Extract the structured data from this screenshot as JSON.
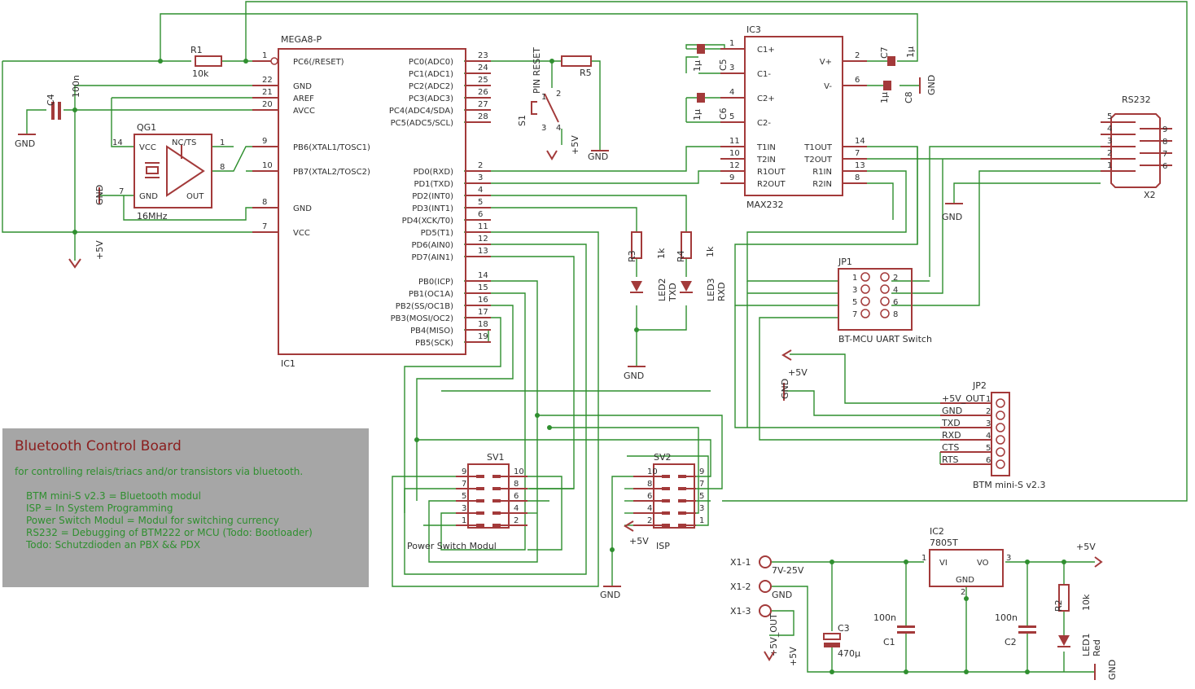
{
  "note": {
    "title": "Bluetooth Control Board",
    "subtitle": "for controlling relais/triacs and/or transistors via bluetooth.",
    "lines": [
      "BTM mini-S v2.3 = Bluetooth modul",
      "ISP = In System Programming",
      "Power Switch Modul = Modul for switching currency",
      "RS232 = Debugging of BTM222 or MCU (Todo: Bootloader)",
      "Todo: Schutzdioden an PBX && PDX"
    ]
  },
  "ic1": {
    "name": "MEGA8-P",
    "ref": "IC1",
    "left_pins": [
      {
        "num": "1",
        "label": "PC6(/RESET)"
      },
      {
        "num": "22",
        "label": "GND"
      },
      {
        "num": "21",
        "label": "AREF"
      },
      {
        "num": "20",
        "label": "AVCC"
      },
      {
        "num": "9",
        "label": "PB6(XTAL1/TOSC1)"
      },
      {
        "num": "10",
        "label": "PB7(XTAL2/TOSC2)"
      },
      {
        "num": "8",
        "label": "GND"
      },
      {
        "num": "7",
        "label": "VCC"
      }
    ],
    "right_pins": [
      {
        "num": "23",
        "label": "PC0(ADC0)"
      },
      {
        "num": "24",
        "label": "PC1(ADC1)"
      },
      {
        "num": "25",
        "label": "PC2(ADC2)"
      },
      {
        "num": "26",
        "label": "PC3(ADC3)"
      },
      {
        "num": "27",
        "label": "PC4(ADC4/SDA)"
      },
      {
        "num": "28",
        "label": "PC5(ADC5/SCL)"
      },
      {
        "num": "2",
        "label": "PD0(RXD)"
      },
      {
        "num": "3",
        "label": "PD1(TXD)"
      },
      {
        "num": "4",
        "label": "PD2(INT0)"
      },
      {
        "num": "5",
        "label": "PD3(INT1)"
      },
      {
        "num": "6",
        "label": "PD4(XCK/T0)"
      },
      {
        "num": "11",
        "label": "PD5(T1)"
      },
      {
        "num": "12",
        "label": "PD6(AIN0)"
      },
      {
        "num": "13",
        "label": "PD7(AIN1)"
      },
      {
        "num": "14",
        "label": "PB0(ICP)"
      },
      {
        "num": "15",
        "label": "PB1(OC1A)"
      },
      {
        "num": "16",
        "label": "PB2(SS/OC1B)"
      },
      {
        "num": "17",
        "label": "PB3(MOSI/OC2)"
      },
      {
        "num": "18",
        "label": "PB4(MISO)"
      },
      {
        "num": "19",
        "label": "PB5(SCK)"
      }
    ]
  },
  "ic3": {
    "ref": "IC3",
    "name": "MAX232",
    "left_pins": [
      {
        "num": "1",
        "label": "C1+"
      },
      {
        "num": "3",
        "label": "C1-"
      },
      {
        "num": "4",
        "label": "C2+"
      },
      {
        "num": "5",
        "label": "C2-"
      },
      {
        "num": "11",
        "label": "T1IN"
      },
      {
        "num": "10",
        "label": "T2IN"
      },
      {
        "num": "12",
        "label": "R1OUT"
      },
      {
        "num": "9",
        "label": "R2OUT"
      }
    ],
    "right_pins": [
      {
        "num": "2",
        "label": "V+"
      },
      {
        "num": "6",
        "label": "V-"
      },
      {
        "num": "14",
        "label": "T1OUT"
      },
      {
        "num": "7",
        "label": "T2OUT"
      },
      {
        "num": "13",
        "label": "R1IN"
      },
      {
        "num": "8",
        "label": "R2IN"
      }
    ]
  },
  "qg1": {
    "ref": "QG1",
    "pins": {
      "vcc": "VCC",
      "nc": "NC/TS",
      "gnd": "GND",
      "out": "OUT",
      "n14": "14",
      "n1": "1",
      "n7": "7",
      "n8": "8"
    },
    "freq": "16MHz"
  },
  "r1": {
    "ref": "R1",
    "value": "10k"
  },
  "r2": {
    "ref": "R2",
    "value": "10k"
  },
  "r3": {
    "ref": "R3",
    "value": "1k"
  },
  "r4": {
    "ref": "R4",
    "value": "1k"
  },
  "r5": {
    "ref": "R5"
  },
  "c4": {
    "ref": "C4",
    "value": "100n"
  },
  "c5": {
    "ref": "C5",
    "value": "1µ"
  },
  "c6": {
    "ref": "C6",
    "value": "1µ"
  },
  "c7": {
    "ref": "C7",
    "value": "1µ"
  },
  "c8": {
    "ref": "C8",
    "value": "1µ"
  },
  "c1": {
    "ref": "C1",
    "value": "100n"
  },
  "c2": {
    "ref": "C2",
    "value": "100n"
  },
  "c3": {
    "ref": "C3",
    "value": "470µ"
  },
  "led1": {
    "ref": "LED1",
    "value": "Red"
  },
  "led2": {
    "ref": "LED2",
    "value": "TXD"
  },
  "led3": {
    "ref": "LED3",
    "value": "RXD"
  },
  "s1": {
    "ref": "S1",
    "label": "PIN RESET",
    "pins": [
      "1",
      "2",
      "3",
      "4"
    ]
  },
  "rs232": {
    "name": "RS232",
    "ref": "X2",
    "left": [
      "5",
      "4",
      "3",
      "2",
      "1"
    ],
    "right": [
      "9",
      "8",
      "7",
      "6"
    ]
  },
  "jp1": {
    "ref": "JP1",
    "name": "BT-MCU UART Switch",
    "left": [
      "1",
      "3",
      "5",
      "7"
    ],
    "right": [
      "2",
      "4",
      "6",
      "8"
    ]
  },
  "jp2": {
    "ref": "JP2",
    "name": "BTM mini-S v2.3",
    "pins": [
      "1",
      "2",
      "3",
      "4",
      "5",
      "6"
    ],
    "labels": [
      "+5V_OUT",
      "GND",
      "TXD",
      "RXD",
      "CTS",
      "RTS"
    ]
  },
  "sv1": {
    "ref": "SV1",
    "name": "Power Switch Modul",
    "left": [
      "9",
      "7",
      "5",
      "3",
      "1"
    ],
    "right": [
      "10",
      "8",
      "6",
      "4",
      "2"
    ]
  },
  "sv2": {
    "ref": "SV2",
    "name": "ISP",
    "left": [
      "10",
      "8",
      "6",
      "4",
      "2"
    ],
    "right": [
      "9",
      "7",
      "5",
      "3",
      "1"
    ]
  },
  "ic2": {
    "ref": "IC2",
    "name": "7805T",
    "vi": "VI",
    "vo": "VO",
    "gnd": "GND",
    "p1": "1",
    "p2": "2",
    "p3": "3"
  },
  "x1": {
    "pins": [
      "X1-1",
      "X1-2",
      "X1-3"
    ],
    "vin": "7V-25V",
    "gnd": "GND",
    "out": "+5V_OUT"
  },
  "net": {
    "gnd": "GND",
    "p5v": "+5V"
  }
}
